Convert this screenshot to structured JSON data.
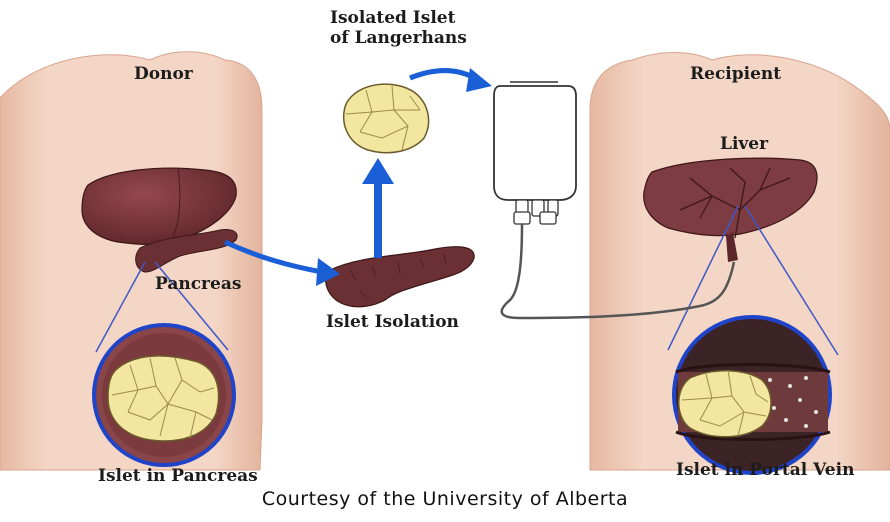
{
  "labels": {
    "donor": "Donor",
    "recipient": "Recipient",
    "isolated_islet": [
      "Isolated Islet",
      "of Langerhans"
    ],
    "liver": "Liver",
    "pancreas": "Pancreas",
    "islet_isolation": "Islet Isolation",
    "islet_in_pancreas": "Islet in Pancreas",
    "islet_in_portal_vein": "Islet in Portal Vein"
  },
  "caption": "Courtesy of the University of Alberta",
  "colors": {
    "skin": "#f2d1c0",
    "skin_shadow": "#e3b7a1",
    "organ": "#7a3b3f",
    "organ_dark": "#4e1f23",
    "islet": "#f2e6a0",
    "arrow": "#1b5fd6",
    "callout_line": "#3f57c9"
  },
  "icons": [
    "iv-bag-icon",
    "blue-arrow-icon"
  ]
}
